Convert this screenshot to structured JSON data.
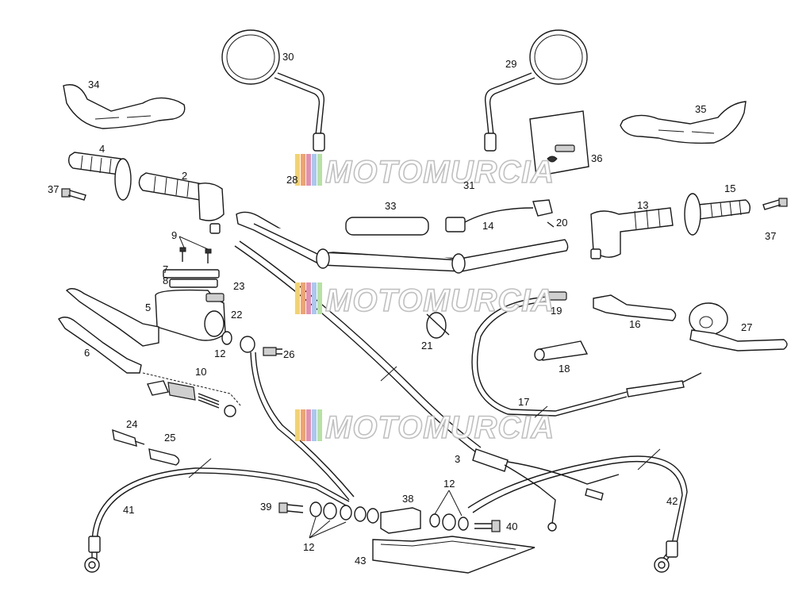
{
  "watermark": {
    "text": "MOTOMURCIA",
    "stripe_colors": [
      "#f3d36b",
      "#f2a36a",
      "#e58fb0",
      "#a8c9ef",
      "#b6e3a0"
    ]
  },
  "labels": [
    "2",
    "3",
    "4",
    "5",
    "6",
    "7",
    "8",
    "9",
    "10",
    "12",
    "12",
    "12",
    "13",
    "14",
    "15",
    "16",
    "17",
    "18",
    "19",
    "20",
    "21",
    "22",
    "23",
    "24",
    "25",
    "26",
    "27",
    "28",
    "29",
    "30",
    "31",
    "33",
    "34",
    "35",
    "36",
    "37",
    "37",
    "38",
    "39",
    "40",
    "41",
    "42",
    "43"
  ]
}
